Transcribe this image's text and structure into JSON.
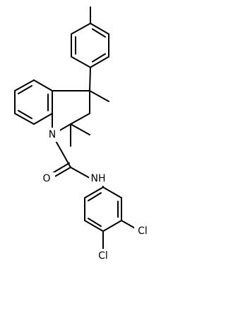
{
  "molecule": {
    "atoms": {
      "N": "N",
      "NH": "NH",
      "O": "O",
      "Cl_a": "Cl",
      "Cl_b": "Cl"
    },
    "colors": {
      "bond": "#000000",
      "label": "#000000",
      "background": "#ffffff"
    }
  }
}
